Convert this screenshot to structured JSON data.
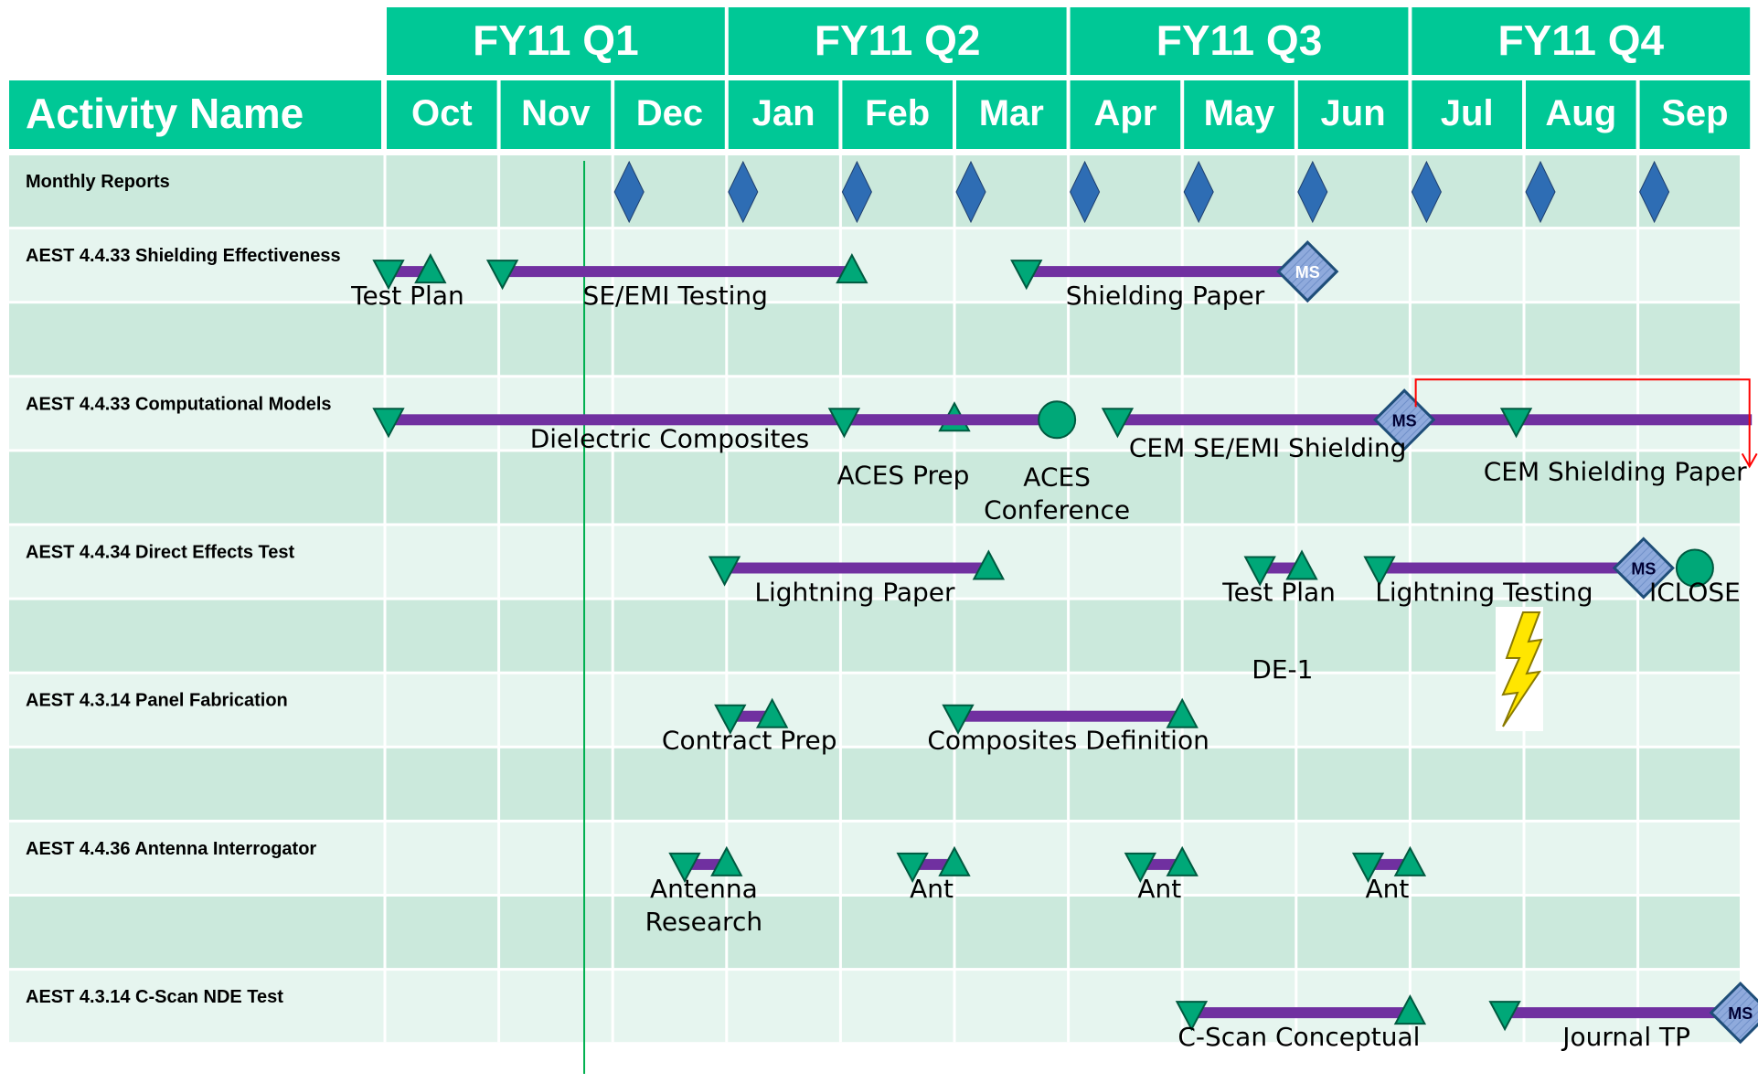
{
  "header": {
    "activity_label": "Activity Name",
    "quarters": [
      "FY11 Q1",
      "FY11 Q2",
      "FY11 Q3",
      "FY11 Q4"
    ],
    "months": [
      "Oct",
      "Nov",
      "Dec",
      "Jan",
      "Feb",
      "Mar",
      "Apr",
      "May",
      "Jun",
      "Jul",
      "Aug",
      "Sep"
    ]
  },
  "colors": {
    "header": "#00C896",
    "row_light": "#E6F5EF",
    "row_dark": "#CBE9DC",
    "bar": "#7030A0",
    "triangle": "#00A878",
    "triangle_stroke": "#005A40",
    "diamond": "#2E6DB4",
    "milestone": "#8FAADC",
    "today_line": "#00B050",
    "arrow": "#FF0000"
  },
  "rows": [
    "Monthly Reports",
    "AEST 4.4.33 Shielding Effectiveness",
    "",
    "AEST 4.4.33 Computational Models",
    "",
    "AEST 4.4.34 Direct Effects Test",
    "",
    "AEST 4.3.14 Panel Fabrication",
    "",
    "AEST 4.4.36 Antenna Interrogator",
    "",
    "AEST 4.3.14 C-Scan NDE Test"
  ],
  "monthly_reports": {
    "diamond_months": [
      "Dec",
      "Jan",
      "Feb",
      "Mar",
      "Apr",
      "May",
      "Jun",
      "Jul",
      "Aug",
      "Sep"
    ]
  },
  "milestone_label": "MS",
  "today_marker": {
    "month": "Nov",
    "fraction": 0.75
  },
  "activities": [
    {
      "row": 1,
      "start": 0.0,
      "end": 0.4,
      "end_marker": "triangle",
      "label": [
        "Test Plan"
      ]
    },
    {
      "row": 1,
      "start": 1.0,
      "end": 4.1,
      "end_marker": "triangle",
      "label": [
        "SE/EMI Testing"
      ]
    },
    {
      "row": 1,
      "start": 5.6,
      "end": 8.1,
      "end_marker": "milestone",
      "label": [
        "Shielding Paper"
      ]
    },
    {
      "row": 3,
      "start": 0.0,
      "end": 5.0,
      "end_marker": "triangle",
      "label": [
        "Dielectric  Composites"
      ]
    },
    {
      "row": 3,
      "start": 4.0,
      "end": 5.9,
      "end_marker": "circle",
      "label": [
        "ACES Prep"
      ]
    },
    {
      "row": 3,
      "start": 6.4,
      "end": 10.0,
      "end_marker": "milestone_mid",
      "label": [
        "CEM  SE/EMI Shielding"
      ]
    },
    {
      "row": 3,
      "start": 9.9,
      "end": 12.0,
      "end_marker": "arrow_target",
      "label": [
        "CEM Shielding Paper"
      ]
    },
    {
      "row": 5,
      "start": 2.95,
      "end": 5.3,
      "end_marker": "triangle",
      "label": [
        "Lightning  Paper"
      ]
    },
    {
      "row": 5,
      "start": 7.65,
      "end": 8.05,
      "end_marker": "triangle",
      "label": [
        "Test Plan"
      ]
    },
    {
      "row": 5,
      "start": 8.7,
      "end": 11.05,
      "end_marker": "milestone",
      "label": [
        "Lightning Testing"
      ]
    },
    {
      "row": 5,
      "start": 11.5,
      "end": 11.5,
      "end_marker": "circle_only",
      "label": [
        "ICLOSE"
      ]
    },
    {
      "row": 7,
      "start": 3.0,
      "end": 3.4,
      "end_marker": "triangle",
      "label": [
        "Contract Prep"
      ]
    },
    {
      "row": 7,
      "start": 5.0,
      "end": 7.0,
      "end_marker": "triangle",
      "label": [
        "Composites Definition"
      ]
    },
    {
      "row": 9,
      "start": 2.6,
      "end": 3.0,
      "end_marker": "triangle",
      "label": [
        "Antenna",
        "Research"
      ]
    },
    {
      "row": 9,
      "start": 4.6,
      "end": 5.0,
      "end_marker": "triangle",
      "label": [
        "Ant"
      ]
    },
    {
      "row": 9,
      "start": 6.6,
      "end": 7.0,
      "end_marker": "triangle",
      "label": [
        "Ant"
      ]
    },
    {
      "row": 9,
      "start": 8.6,
      "end": 9.0,
      "end_marker": "triangle",
      "label": [
        "Ant"
      ]
    },
    {
      "row": 11,
      "start": 7.05,
      "end": 9.0,
      "end_marker": "triangle",
      "label": [
        "C-Scan Conceptual"
      ]
    },
    {
      "row": 11,
      "start": 9.8,
      "end": 11.9,
      "end_marker": "milestone",
      "label": [
        "Journal TP"
      ]
    }
  ],
  "extra_labels": {
    "aces_conference": [
      "ACES",
      "Conference"
    ],
    "de1": "DE-1"
  }
}
